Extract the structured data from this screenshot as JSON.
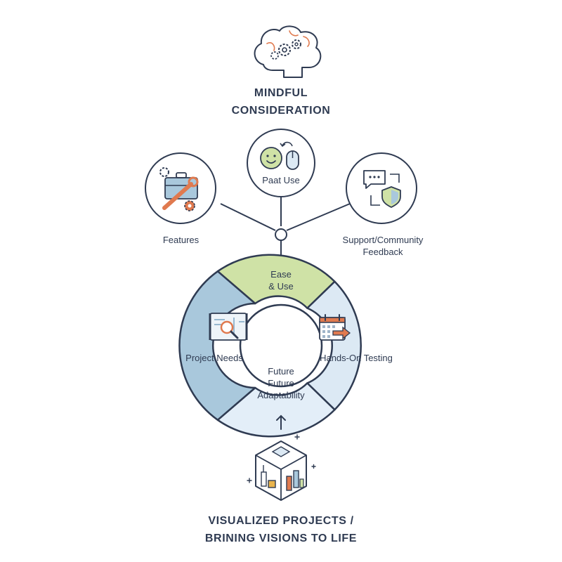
{
  "top": {
    "title_line1": "MINDFUL",
    "title_line2": "CONSIDERATION",
    "icon": "brain-gears-icon"
  },
  "factors": [
    {
      "label": "Features",
      "icon": "toolbox-wrench-gears-icon"
    },
    {
      "label": "Paat Use",
      "icon": "smiley-mouse-icon"
    },
    {
      "label_line1": "Support/Community",
      "label_line2": "Feedback",
      "icon": "chat-shield-icon"
    }
  ],
  "wheel": {
    "top_line1": "Ease",
    "top_line2": "& Use",
    "right": "Hands-On Testing",
    "bottom_line1": "Future",
    "bottom_line2": "Future",
    "bottom_line3": "Adaptability",
    "left": "Project Needs",
    "right_icon": "calendar-arrow-icon",
    "left_icon": "blueprint-magnifier-icon",
    "colors": {
      "top": "#cfe2a6",
      "right": "#dce9f4",
      "bottom": "#e3eef8",
      "left": "#a9c8dc",
      "outline": "#2f3b52"
    }
  },
  "bottom": {
    "title_line1": "VISUALIZED PROJECTS /",
    "title_line2": "BRINING VISIONS TO LIFE",
    "icon": "isometric-city-cube-icon"
  }
}
